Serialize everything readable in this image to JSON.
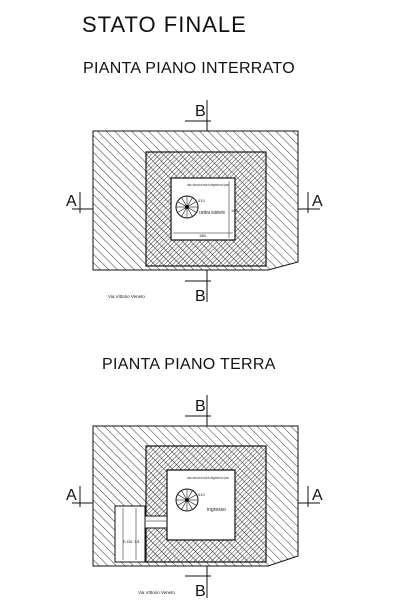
{
  "header": {
    "title": "STATO  FINALE"
  },
  "plan_basement": {
    "title": "PIANTA PIANO INTERRATO",
    "section_vertical": "B",
    "section_horizontal": "A",
    "note_stair": "scala a chiocciola e botola di collegamento con il piano",
    "note_room": "cantina esistente",
    "dim_small": "010",
    "dim_width": "186",
    "dim_height": "163",
    "street": "Via Vittorio Veneto"
  },
  "plan_ground": {
    "title": "PIANTA PIANO TERRA",
    "section_vertical": "B",
    "section_horizontal": "A",
    "note_stair": "scala a chiocciola e botola di collegamento con il piano",
    "note_room": "ingresso",
    "dim_small": "010",
    "civic": "n.civ. 14",
    "street": "Via Vittorio Veneto"
  },
  "colors": {
    "line": "#111111",
    "hatch": "#333333",
    "paper": "#ffffff"
  }
}
